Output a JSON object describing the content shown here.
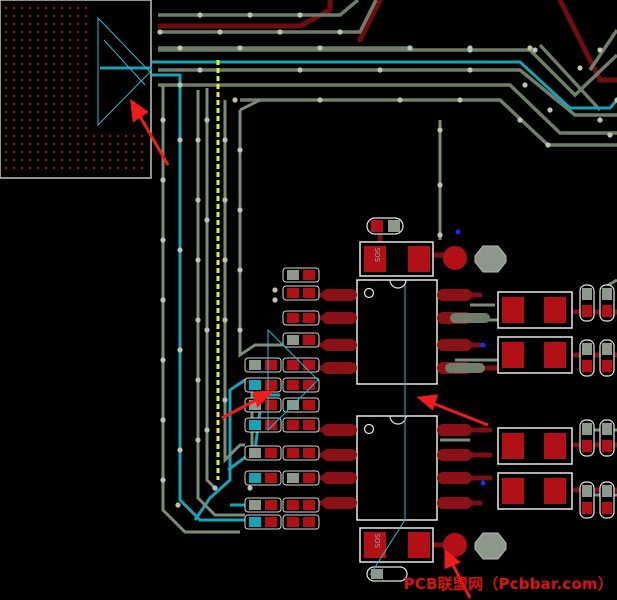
{
  "board": {
    "background": "#000000",
    "colors": {
      "trace_gray": "#7d8c78",
      "trace_gray_dark": "#4f5c4c",
      "trace_teal": "#18a2b5",
      "trace_red": "#7a1012",
      "pad_red": "#b01016",
      "pad_gray": "#a8b0a6",
      "outline": "#e8e8e8",
      "via": "#b9c4b4",
      "highlight_yellow": "#e6f21a",
      "arrow": "#ee1c1c",
      "bga_dot": "#c0101a",
      "silk_teal": "#2fb8cf",
      "blue_dot": "#1030ff"
    },
    "labels": {
      "ic_top_mark": "SOS",
      "ic_bottom_mark": "SOS"
    }
  },
  "watermark": "PCB联盟网（Pcbbar.com）"
}
